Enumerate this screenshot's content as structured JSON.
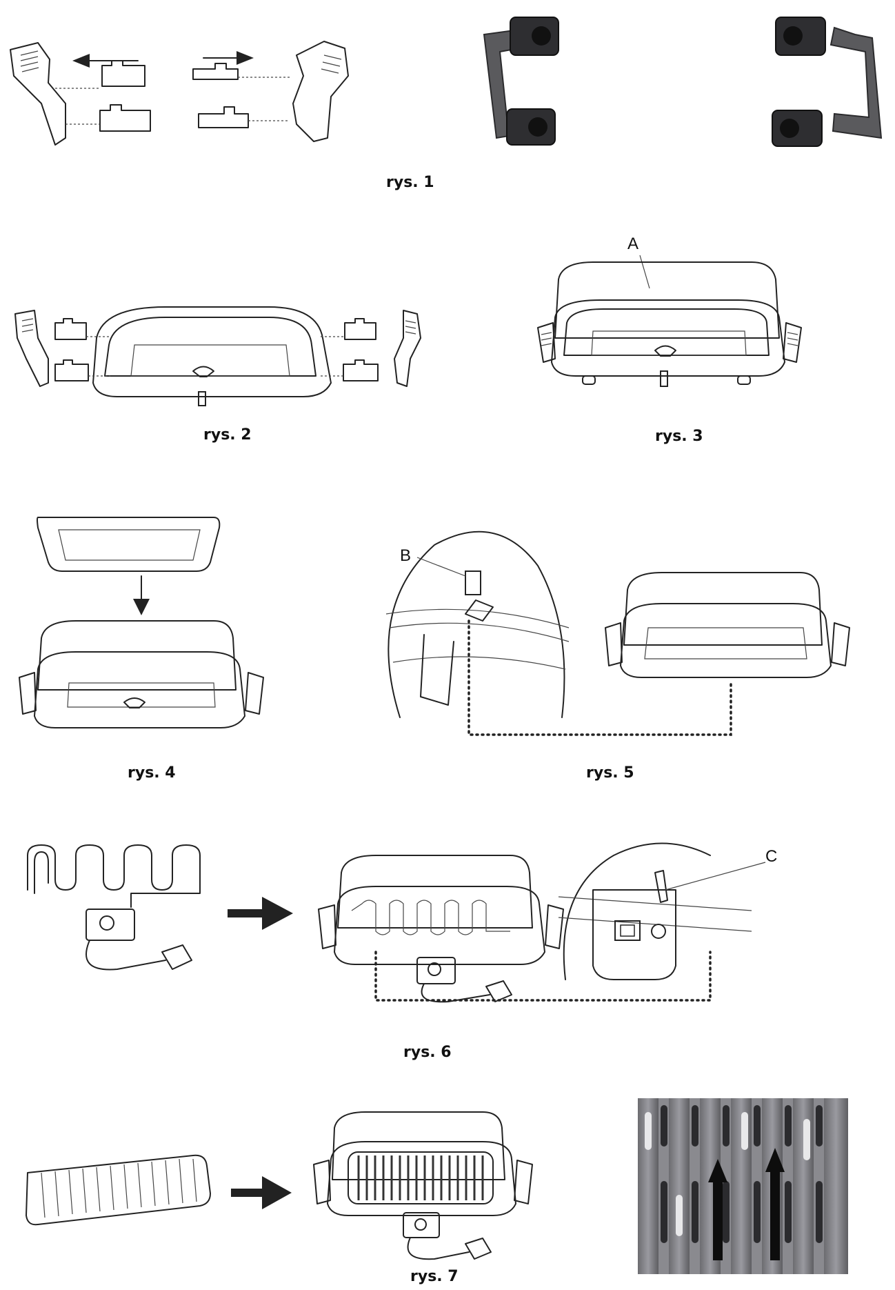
{
  "figures": [
    {
      "id": "fig1",
      "caption": "rys. 1"
    },
    {
      "id": "fig2",
      "caption": "rys. 2"
    },
    {
      "id": "fig3",
      "caption": "rys. 3",
      "callout": "A"
    },
    {
      "id": "fig4",
      "caption": "rys. 4"
    },
    {
      "id": "fig5",
      "caption": "rys. 5",
      "callout": "B"
    },
    {
      "id": "fig6",
      "caption": "rys. 6",
      "callout": "C"
    },
    {
      "id": "fig7",
      "caption": "rys. 7"
    }
  ],
  "icons": {
    "arrow": "arrow-icon",
    "plug": "plug-icon",
    "heating_element": "heating-element-icon"
  }
}
